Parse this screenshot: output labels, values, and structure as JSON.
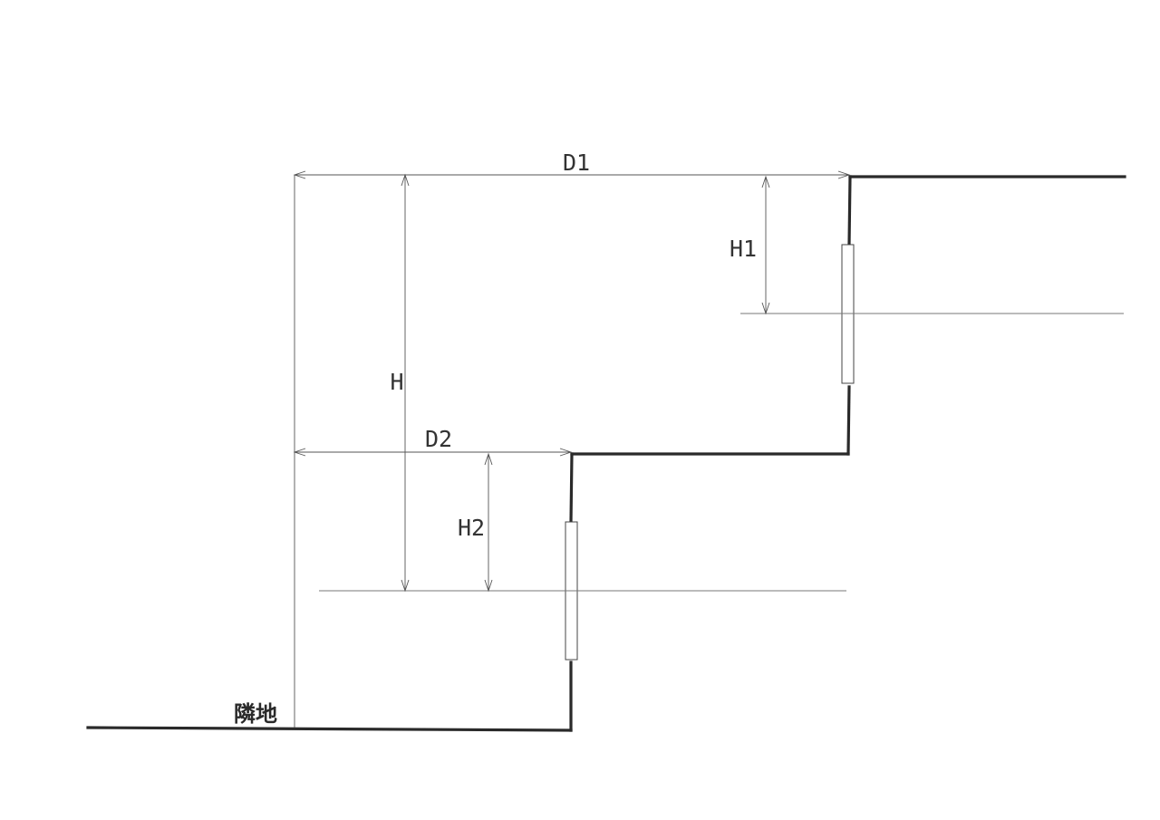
{
  "labels": {
    "d1": "D1",
    "d2": "D2",
    "h": "H",
    "h1": "H1",
    "h2": "H2",
    "neighbor_land": "隣地"
  }
}
